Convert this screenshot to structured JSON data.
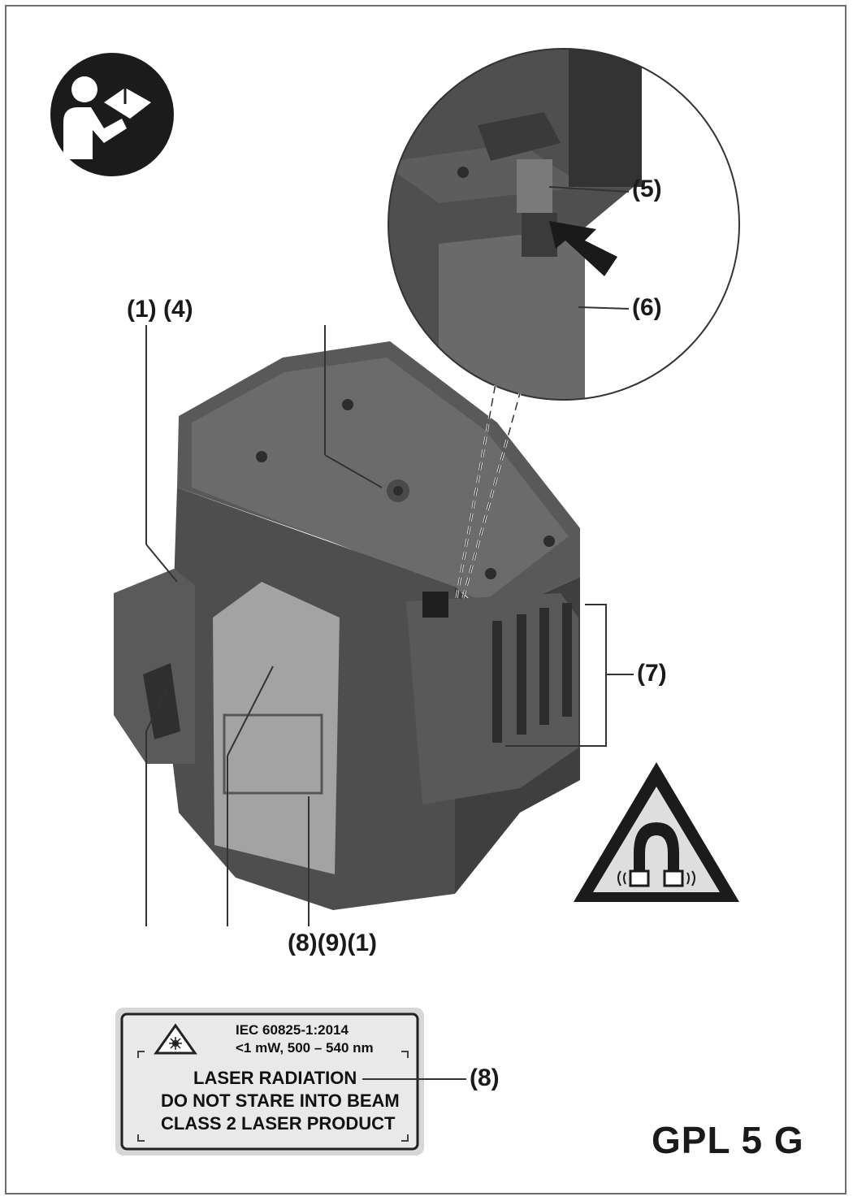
{
  "callouts": {
    "c5": "(5)",
    "c6": "(6)",
    "c1c4": "(1) (4)",
    "c7": "(7)",
    "c891": "(8)(9)(1)",
    "c8": "(8)"
  },
  "model": "GPL 5 G",
  "laser_label": {
    "standard": "IEC 60825-1:2014",
    "spec": "<1 mW, 500 – 540 nm",
    "line1": "LASER RADIATION",
    "line2": "DO NOT STARE INTO BEAM",
    "line3": "CLASS 2 LASER PRODUCT"
  },
  "icons": [
    "read-manual-icon",
    "magnetic-field-warning-icon",
    "laser-warning-icon"
  ],
  "colors": {
    "housing": "#6a6a6a",
    "housing_dark": "#3f3f3f",
    "ink": "#1a1a1a",
    "label_bg": "#e6e6e6"
  }
}
